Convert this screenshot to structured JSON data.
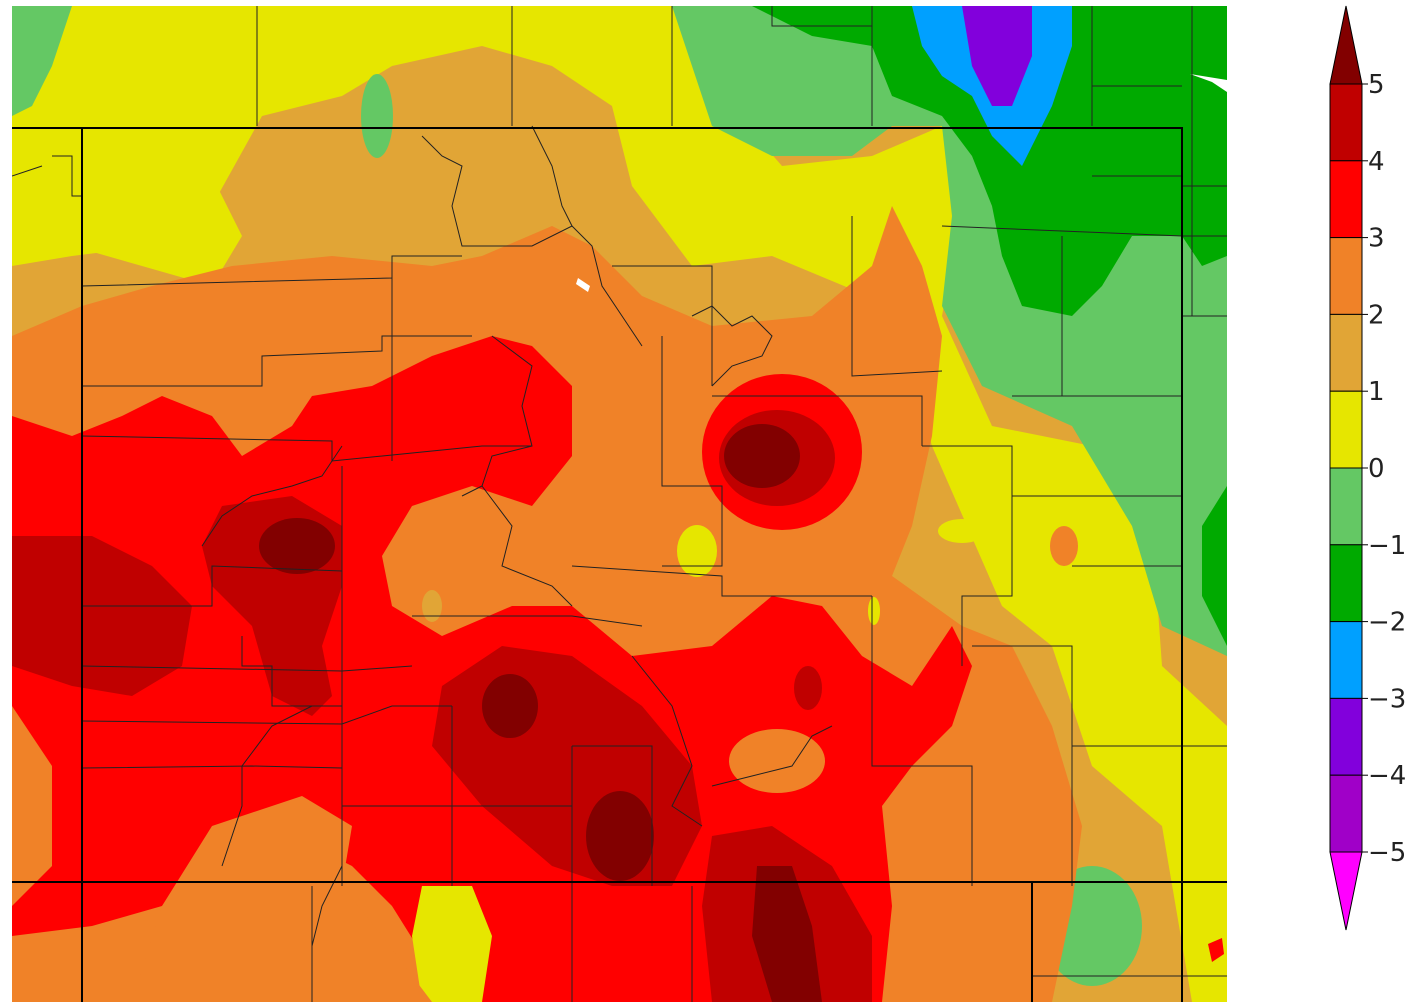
{
  "legend": {
    "ticks": [
      "5",
      "4",
      "3",
      "2",
      "1",
      "0",
      "−1",
      "−2",
      "−3",
      "−4",
      "−5"
    ],
    "classes": [
      {
        "min": 4,
        "max": 5,
        "color": "#c00000"
      },
      {
        "min": 3,
        "max": 4,
        "color": "#ff0000"
      },
      {
        "min": 2,
        "max": 3,
        "color": "#f08228"
      },
      {
        "min": 1,
        "max": 2,
        "color": "#e1a536"
      },
      {
        "min": 0,
        "max": 1,
        "color": "#e6e600"
      },
      {
        "min": -1,
        "max": 0,
        "color": "#64c864"
      },
      {
        "min": -2,
        "max": -1,
        "color": "#00aa00"
      },
      {
        "min": -3,
        "max": -2,
        "color": "#00a0ff"
      },
      {
        "min": -4,
        "max": -3,
        "color": "#8200dc"
      },
      {
        "min": -5,
        "max": -4,
        "color": "#a000c8"
      }
    ],
    "over_color": "#820000",
    "under_color": "#ff00ff"
  },
  "map": {
    "colors": {
      "very_high": "#820000",
      "high": "#c00000",
      "red": "#ff0000",
      "orange": "#f08228",
      "tan": "#e1a536",
      "yellow": "#e6e600",
      "light_green": "#64c864",
      "green": "#00aa00",
      "blue": "#00a0ff",
      "purple": "#8200dc"
    }
  }
}
